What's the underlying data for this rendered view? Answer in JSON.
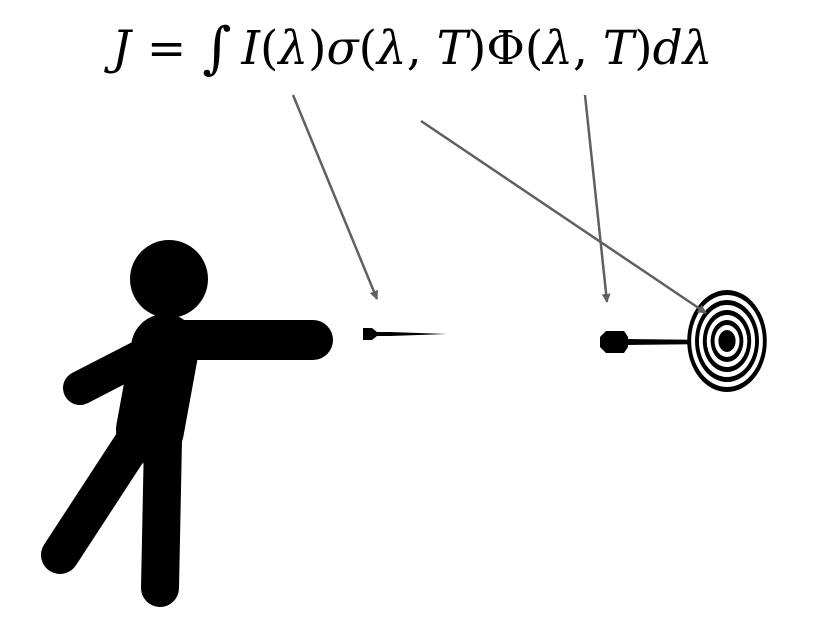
{
  "equation": {
    "lhs": "J",
    "equals": "=",
    "integral": "∫",
    "term_I": "I",
    "lparen1": "(",
    "lambda1": "λ",
    "rparen1": ")",
    "sigma": "σ",
    "lparen2": "(",
    "lambda2": "λ",
    "comma2": ", ",
    "T2": "T",
    "rparen2": ")",
    "Phi": "Φ",
    "lparen3": "(",
    "lambda3": "λ",
    "comma3": ", ",
    "T3": "T",
    "rparen3": ")",
    "d": "d",
    "lambda4": "λ"
  },
  "colors": {
    "figure": "#000000",
    "arrow": "#606060",
    "background": "#ffffff"
  },
  "elements": {
    "thrower_icon": "person-throwing-icon",
    "dart_in_flight_icon": "dart-icon",
    "dart_in_target_icon": "dart-icon",
    "target_icon": "bullseye-target-icon"
  }
}
